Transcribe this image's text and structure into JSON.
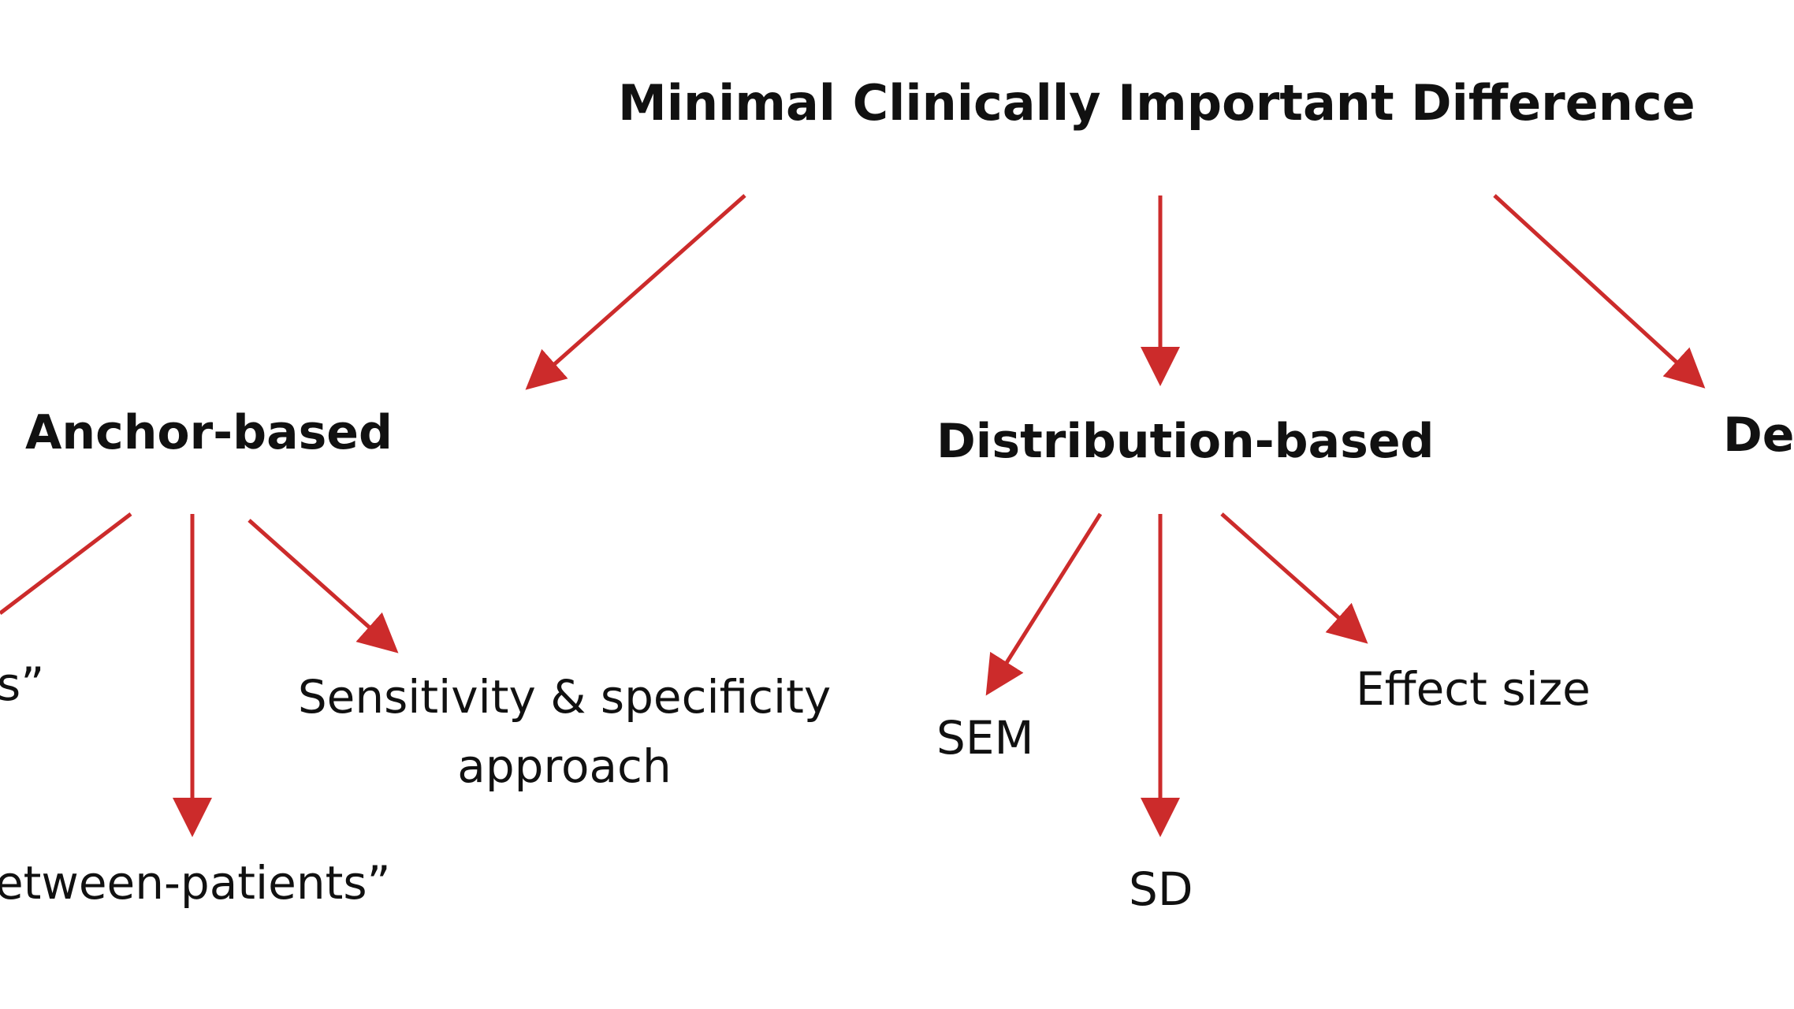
{
  "colors": {
    "background": "#ffffff",
    "text": "#111111",
    "arrow": "#cc2b2b"
  },
  "diagram": {
    "root": "Minimal Clinically Important Difference",
    "anchor": "Anchor-based",
    "distribution": "Distribution-based",
    "delphi_partial": "De",
    "anchor_children": {
      "within_partial": "s”",
      "between_partial": "etween-patients”",
      "sensitivity_line1": "Sensitivity & specificity",
      "sensitivity_line2": "approach"
    },
    "distribution_children": {
      "sem": "SEM",
      "sd": "SD",
      "effect_size": "Effect size"
    }
  }
}
